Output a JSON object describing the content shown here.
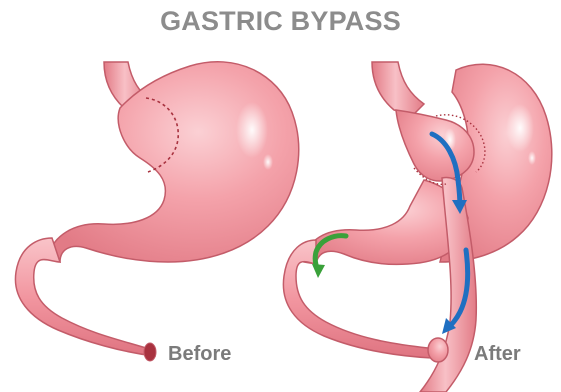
{
  "title": "GASTRIC BYPASS",
  "labels": {
    "before": "Before",
    "after": "After"
  },
  "colors": {
    "organ_fill": "#f28f98",
    "organ_light": "#f7b5bb",
    "organ_dark": "#d9707b",
    "outline": "#c35c69",
    "cut_line": "#a8323f",
    "flow_arrow": "#1f6fc1",
    "bypass_arrow": "#3aa13a",
    "text": "#8c8c8c"
  },
  "icons": {
    "food_flow": "arrow-down-icon",
    "bile_flow": "curved-arrow-icon"
  }
}
